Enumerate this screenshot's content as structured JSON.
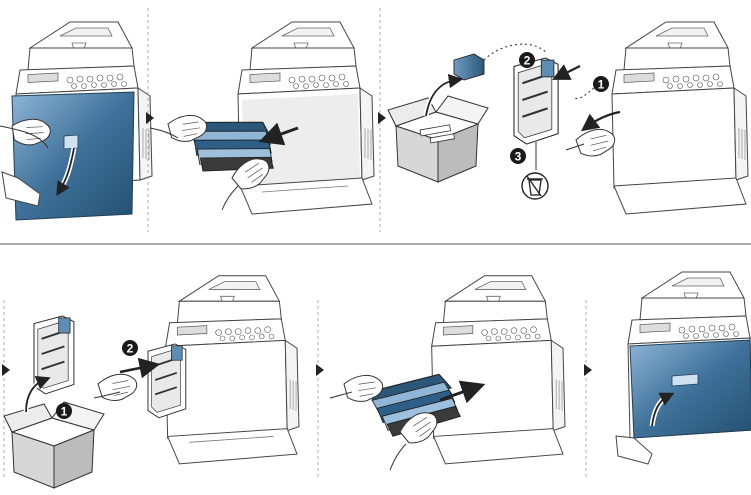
{
  "manual": {
    "top_row": {
      "panels": [
        {
          "id": "open-front-cover"
        },
        {
          "id": "pull-out-imaging-unit"
        },
        {
          "id": "replace-waste-toner-container",
          "callouts": [
            {
              "label": "1"
            },
            {
              "label": "2"
            },
            {
              "label": "3"
            }
          ]
        },
        {
          "id": "printer-open-result"
        }
      ]
    },
    "bottom_row": {
      "panels": [
        {
          "id": "unpack-new-container",
          "callouts": [
            {
              "label": "1"
            }
          ]
        },
        {
          "id": "insert-waste-container",
          "callouts": [
            {
              "label": "2"
            }
          ]
        },
        {
          "id": "reinsert-imaging-unit"
        },
        {
          "id": "close-front-cover"
        }
      ]
    },
    "colors": {
      "line": "#3a3a3a",
      "cover_blue": "#2e5f86",
      "cover_blue_light": "#6f9cc0",
      "callout": "#1a1a1a",
      "divider": "#9a9a9a",
      "box_gray": "#b9b9b9"
    },
    "icons": [
      "arrow-right-marker",
      "recycle-bin-icon",
      "curved-arrow-icon",
      "straight-arrow-icon"
    ]
  }
}
